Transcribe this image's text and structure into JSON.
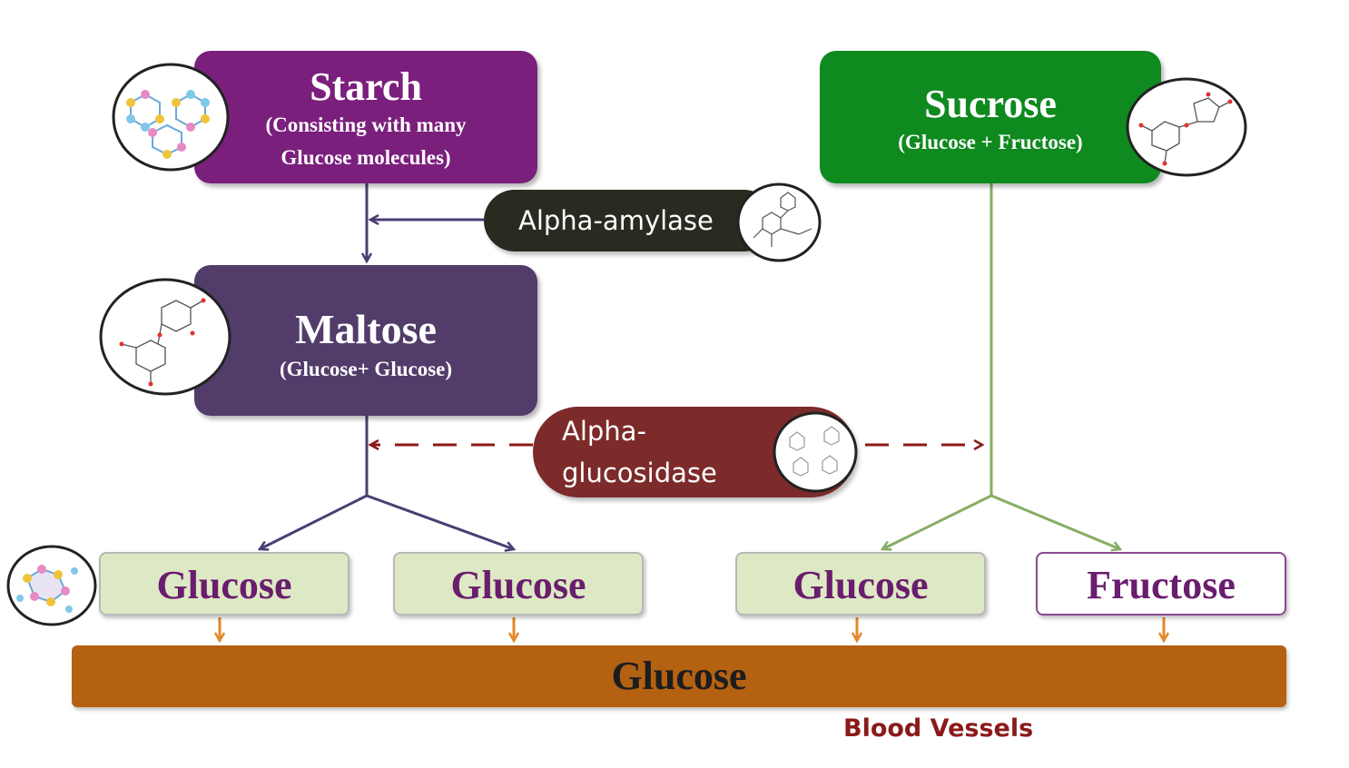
{
  "starch": {
    "title": "Starch",
    "sub_line1": "(Consisting with many",
    "sub_line2": "Glucose molecules)"
  },
  "sucrose": {
    "title": "Sucrose",
    "sub": "(Glucose + Fructose)"
  },
  "maltose": {
    "title": "Maltose",
    "sub": "(Glucose+ Glucose)"
  },
  "enzymes": {
    "amylase": "Alpha-amylase",
    "glucosidase_line1": "Alpha-",
    "glucosidase_line2": "glucosidase"
  },
  "products": [
    "Glucose",
    "Glucose",
    "Glucose",
    "Fructose"
  ],
  "blood": {
    "bar_label": "Glucose",
    "label": "Blood Vessels"
  },
  "icons": {
    "starch": "starch-structure-icon",
    "sucrose": "sucrose-structure-icon",
    "maltose": "maltose-structure-icon",
    "amylase": "alpha-amylase-structure-icon",
    "glucosidase": "alpha-glucosidase-structure-icon",
    "glucose": "glucose-structure-icon"
  },
  "colors": {
    "starch": "#7b1f7d",
    "sucrose": "#0e8a1f",
    "maltose": "#523c6a",
    "amylase": "#2a2a20",
    "glucosidase": "#7d2a2a",
    "glucose_box": "#dde9c4",
    "blood_bar": "#b56112",
    "sugar_text": "#6a1d6d"
  }
}
